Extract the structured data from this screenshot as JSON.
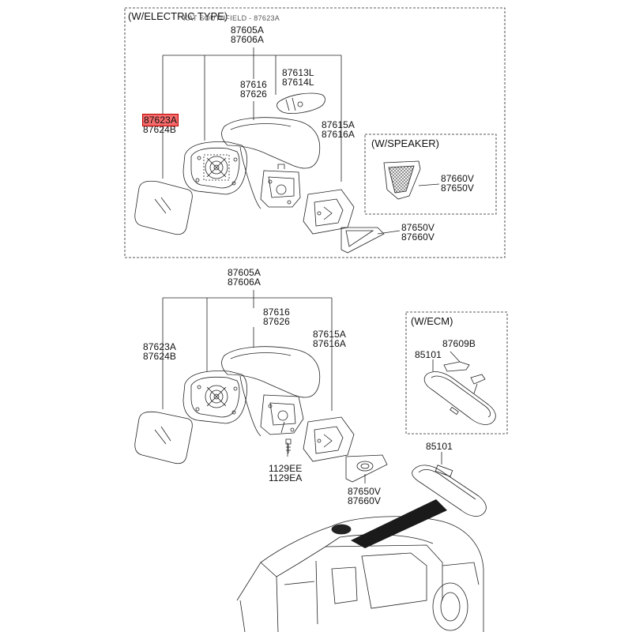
{
  "sections": {
    "electric_title": "(W/ELECTRIC TYPE)",
    "speaker_title": "(W/SPEAKER)",
    "ecm_title": "(W/ECM)"
  },
  "watermark": "KAT SOUTHFIELD - 87623A",
  "top": {
    "assembly": [
      "87605A",
      "87606A"
    ],
    "glass_highlight": "87623A",
    "glass_second": "87624B",
    "cover": [
      "87616",
      "87626"
    ],
    "lamp": [
      "87613L",
      "87614L"
    ],
    "housing": [
      "87615A",
      "87616A"
    ],
    "speaker": [
      "87660V",
      "87650V"
    ],
    "garnish": [
      "87650V",
      "87660V"
    ]
  },
  "bottom": {
    "assembly": [
      "87605A",
      "87606A"
    ],
    "glass": [
      "87623A",
      "87624B"
    ],
    "cover": [
      "87616",
      "87626"
    ],
    "housing": [
      "87615A",
      "87616A"
    ],
    "bolt": [
      "1129EE",
      "1129EA"
    ],
    "garnish": [
      "87650V",
      "87660V"
    ]
  },
  "ecm": {
    "bracket": "87609B",
    "mirror": "85101"
  },
  "room_mirror": "85101",
  "colors": {
    "highlight": "#f46a6a",
    "highlight_border": "#c00000",
    "callout_band": "#1a1a1a"
  }
}
